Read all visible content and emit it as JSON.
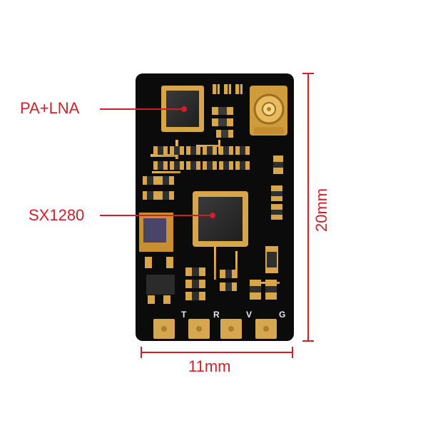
{
  "callouts": {
    "pa_lna": "PA+LNA",
    "sx1280": "SX1280"
  },
  "dimensions": {
    "width_label": "11mm",
    "height_label": "20mm"
  },
  "pins": [
    "T",
    "R",
    "V",
    "G"
  ],
  "colors": {
    "annotation": "#d11f2a",
    "board": "#0b0b0b",
    "gold": "#d7a64a",
    "chip": "#2b2b2b"
  }
}
